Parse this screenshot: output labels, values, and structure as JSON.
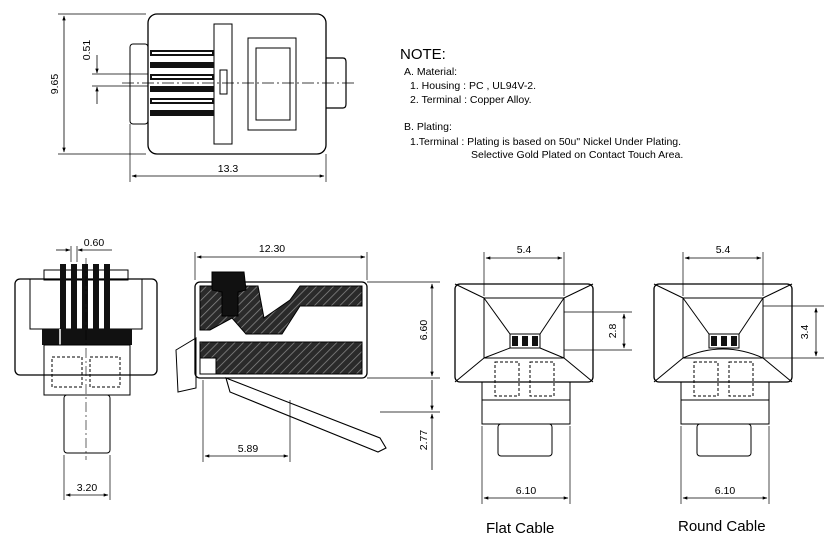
{
  "dimensions": {
    "top_height": "9.65",
    "top_pitch": "0.51",
    "top_length": "13.3",
    "front_pitch": "0.60",
    "front_width": "3.20",
    "side_length": "12.30",
    "side_height": "6.60",
    "side_latch": "2.77",
    "side_offset": "5.89",
    "flat_top": "5.4",
    "flat_bottom": "6.10",
    "flat_side": "2.8",
    "round_top": "5.4",
    "round_bottom": "6.10",
    "round_side": "3.4"
  },
  "note": {
    "title": "NOTE:",
    "material_heading": "A. Material:",
    "housing": "1. Housing : PC , UL94V-2.",
    "terminal": "2. Terminal : Copper Alloy.",
    "plating_heading": "B. Plating:",
    "plating_line1": "1.Terminal : Plating is based on 50u\" Nickel Under Plating.",
    "plating_line2": "Selective Gold Plated on Contact Touch Area."
  },
  "captions": {
    "flat": "Flat Cable",
    "round": "Round Cable"
  }
}
